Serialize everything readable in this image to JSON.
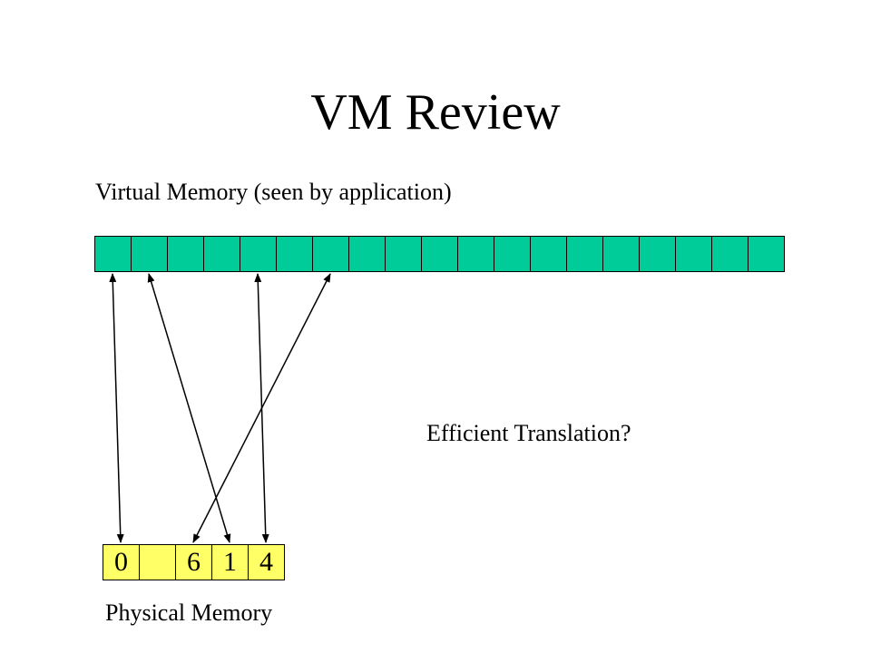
{
  "title": "VM Review",
  "virtual_memory": {
    "label": "Virtual Memory (seen by application)",
    "cell_count": 19,
    "cell_color": "#00cc99"
  },
  "physical_memory": {
    "label": "Physical Memory",
    "cell_color": "#ffff66",
    "cells": [
      "0",
      "",
      "6",
      "1",
      "4"
    ]
  },
  "annotation": "Efficient Translation?",
  "mappings": [
    {
      "virtual_page": 0,
      "physical_slot": 0
    },
    {
      "virtual_page": 1,
      "physical_slot": 3
    },
    {
      "virtual_page": 4,
      "physical_slot": 4
    },
    {
      "virtual_page": 6,
      "physical_slot": 2
    }
  ]
}
